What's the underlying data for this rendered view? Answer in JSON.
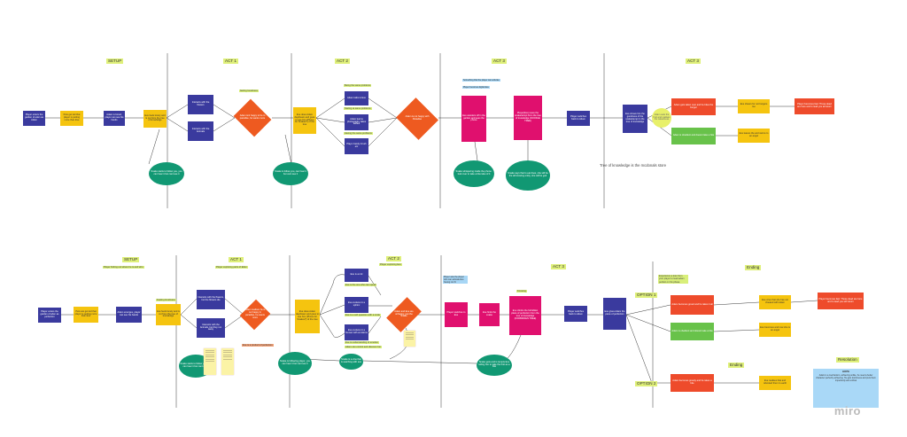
{
  "colors": {
    "navy": "#3a3a9e",
    "yellow": "#f5c40f",
    "red": "#ee4b2b",
    "diamond": "#ee5a20",
    "pink": "#e0106e",
    "green": "#68c24a",
    "teal": "#119873",
    "tag": "#d9ef7a"
  },
  "watermark": "miro",
  "top": {
    "acts": {
      "setup": "SETUP",
      "act1": "ACT 1",
      "act2": "ACT 2",
      "act3": "ACT 3",
      "act3b": "ACT 3"
    },
    "nodes": {
      "enter": "Player enters the garden of eden as Adam",
      "pet": "Pets get led that player is petting more than Eve",
      "adam": "Adam is bored, player can see his hands",
      "eve_lonely": "Eve feels lonely and is cut from the tree of knowledge",
      "flowers": "Interacts with the flowers",
      "animals": "Interacts with the Animals",
      "snake1": "Snake starts to follow you, you can hear it but cant see it",
      "feeling": "Adam isnt happy to be in paradise, he wants more",
      "eve_appear": "Eve does Adam daydream and goes to see him (Phone for Snakes?) of the tree",
      "snake2": "Snake is follow you, can hear it but cant see it",
      "talks_eve": "Adam talks to Eve",
      "photo": "Adam learns photography takes selfies",
      "candy": "Plays Candy Crush etc",
      "not_happy": "Adam is not happy with Paradise",
      "eve_garden": "Eve wanders off in the garden and sees the phone",
      "snake3": "Snake whispering inside the phone: look over to take a bite take of it",
      "pickfruit": "Player(Eve) sees the snake/tempt from the tree of knowledge (DOODLE TREE)",
      "snake4": "Snake says that to eat does, she will be the all knowing entity, she will be god",
      "returns": "Player switches back to Adam",
      "eve_shows": "Eve shows him the goodness of the snake/tempt in the tree of knowledge",
      "fruit_note": "Adam eats the fruit and realises his nakedness",
      "adam_bite": "Adam gets taken over and he bites the burger",
      "adam_refuse": "Adam is obedient and doesnt take a bite",
      "eve_cheers": "Eve cheers for not burgers too",
      "eve_leaves": "Eve leaves the and swims to an angel",
      "ending": "Player becomes fast: Those dead are here and to lead you all return"
    },
    "tags": {
      "feeling": "feeling loneliness",
      "t2a": "Being the same problems",
      "t2b": "Staring at same problems",
      "t2c": "Having the same problems",
      "blue1": "Something that the player can activate",
      "blue2": "Player becomes digital Eve"
    },
    "note": "Tree of knowledge is the mcdonals store"
  },
  "bottom": {
    "acts": {
      "setup": "SETUP",
      "act1": "ACT 1",
      "act2": "ACT 2",
      "act3": "ACT 3",
      "ending": "Ending",
      "ending2": "Ending",
      "resolution": "Resolution",
      "option1": "OPTION 1",
      "option2": "OPTION 2"
    },
    "nodes": {
      "enter": "Player enters the garden of eden as perfection",
      "pet": "Pets are get led that player is petting more than Eve",
      "adam": "Adam emerges, player can see his hands",
      "eve_lonely": "Eve feels lonely and is cut from the tree of knowledge",
      "flowers": "Interacts with the flowers, but the flowers die",
      "animals": "Interacts with the Animals, but they run away",
      "snake1": "Snake starts to follow you, you can hear it but cant see it",
      "feeling": "Adam realises he is not happy in paradise, he wants more",
      "eve_appear": "Eve does Adam daydream and goes to see him (Phone for Snakes?) of the tree",
      "snake2": "Snake is following player, you can hear it but cant see it",
      "snake_bush": "Snake is a vine that is watching with eve",
      "eve_ai": "Eve is an AI",
      "ai_spy": "Eve evolves in a sphinx",
      "eve_human": "Eve evolves in a human with emotions",
      "adam_eve": "Adam and Eve are unhappy, just the Snake",
      "switch": "Player switches to Eve",
      "eve_bite": "Eve finds the snake",
      "eve_knows": "Eve climbs the forbidden place of perfection from the tree of knowledge (FORBIDDEN TREE)",
      "snake_circle": "Snake gets and is tempts Eve telling him to take the fruit as a bite",
      "returns": "Player switches back to Adam",
      "eve_shows": "Eve gives Adam the piece of perfection",
      "adam_greedy": "Adam becomes greed and he takes it all",
      "adam_obedient": "Adam is obedient and doesnt take a bite",
      "adam_greedy2": "Adam becomes greedy and he takes a bite",
      "e1": "Eve cries that she has not cheated with Adam",
      "e2": "Eve becomes and now she is an angel",
      "e3": "Eve realises that and rebooted them to earth",
      "end1": "Player becomes fast: Those dead are here and to lead you will return"
    },
    "tags": {
      "setup": "Player finding out where he is and who",
      "act1": "Player exploring parts of Eden",
      "feeling": "Feeling loneliness",
      "act2": "Player exploring Eve",
      "t2a": "Eve is the one who can speak",
      "t2b": "Eve is a soft question with a smile",
      "t2c": "Eve is understanding of emotion",
      "t2d": "Adam can control and discover her",
      "blue1": "Player was the player who can activate Eve having not fit",
      "knowing": "Knowing",
      "opt": "Experience a loss from your player to lead adam perfect on his phase",
      "red_note": "Eve is a product of perfection",
      "hope_title": "HOPE",
      "hope_body": "Adam is a mechanism, achieving unlike, he need a better character perfectly achieving. He gets dumbness and puts them imperfectly and unfinal"
    }
  }
}
